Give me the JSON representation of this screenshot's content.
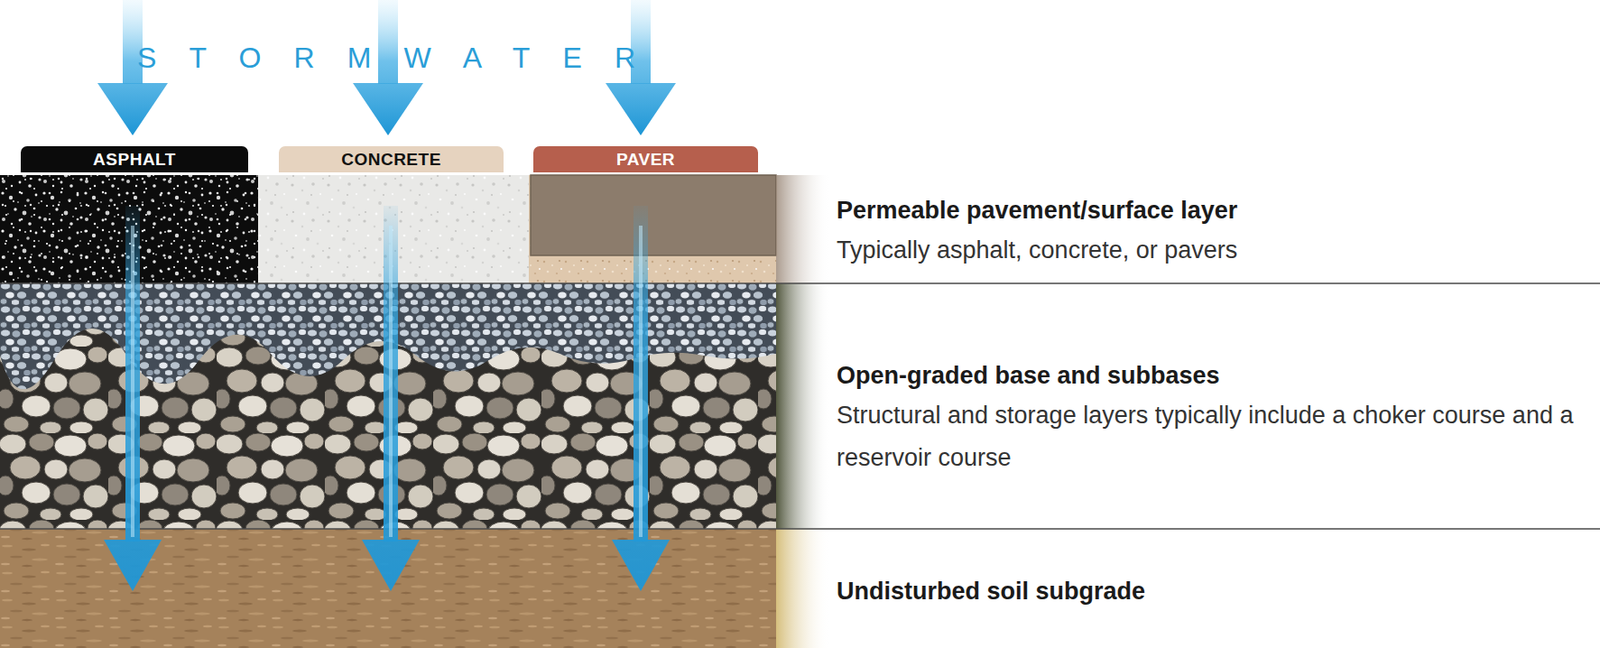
{
  "diagram": {
    "title": "STORMWATER",
    "nodes": [
      {
        "text": [
          "ASPHALT"
        ]
      },
      {
        "text": [
          "CONCRETE"
        ]
      },
      {
        "text": [
          "PAVER"
        ]
      },
      {
        "text": [
          "Permeable pavement/surface layer",
          "Typically asphalt, concrete, or pavers"
        ]
      },
      {
        "text": [
          "Open-graded base and subbases",
          "Structural and storage layers typically include a choker course and a reservoir course"
        ]
      },
      {
        "text": [
          "Undisturbed soil subgrade"
        ]
      }
    ]
  }
}
